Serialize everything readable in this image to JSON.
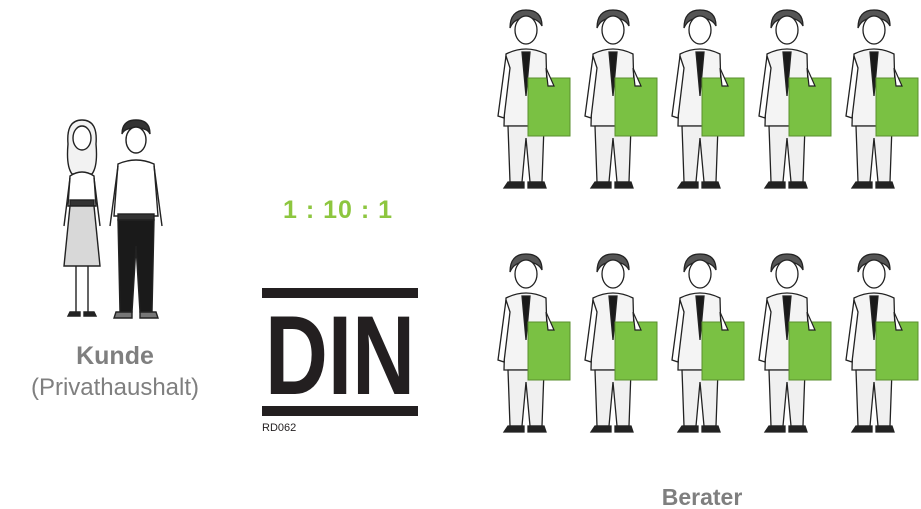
{
  "customer": {
    "title": "Kunde",
    "subtitle": "(Privathaushalt)"
  },
  "ratio": "1 : 10 : 1",
  "din_logo": {
    "text": "DIN",
    "code": "RD062"
  },
  "advisors": {
    "label": "Berater",
    "rows": 2,
    "per_row": 5,
    "folder_color": "#7ac143"
  },
  "colors": {
    "label_gray": "#7f7f7f",
    "ratio_green": "#8dc63f",
    "din_black": "#231f20"
  }
}
